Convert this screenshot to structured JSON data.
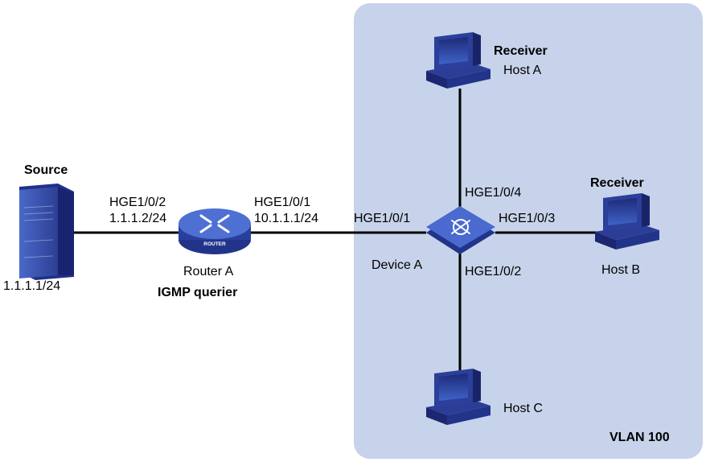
{
  "colors": {
    "vlan_fill": "#c7d3ea",
    "link": "#000000",
    "device_blue": "#3a58b5",
    "device_dark": "#22348a"
  },
  "vlan": {
    "label": "VLAN 100"
  },
  "source": {
    "title": "Source",
    "ip": "1.1.1.1/24",
    "icon": "server-icon"
  },
  "router_a": {
    "name": "Router A",
    "role": "IGMP querier",
    "badge": "ROUTER",
    "icon": "router-icon",
    "port_left": "HGE1/0/2",
    "ip_left": "1.1.1.2/24",
    "port_right": "HGE1/0/1",
    "ip_right": "10.1.1.1/24"
  },
  "device_a": {
    "name": "Device A",
    "icon": "switch-icon",
    "port_left": "HGE1/0/1",
    "port_up": "HGE1/0/4",
    "port_right": "HGE1/0/3",
    "port_down": "HGE1/0/2"
  },
  "host_a": {
    "role": "Receiver",
    "name": "Host A",
    "icon": "pc-icon"
  },
  "host_b": {
    "role": "Receiver",
    "name": "Host B",
    "icon": "pc-icon"
  },
  "host_c": {
    "name": "Host C",
    "icon": "pc-icon"
  }
}
